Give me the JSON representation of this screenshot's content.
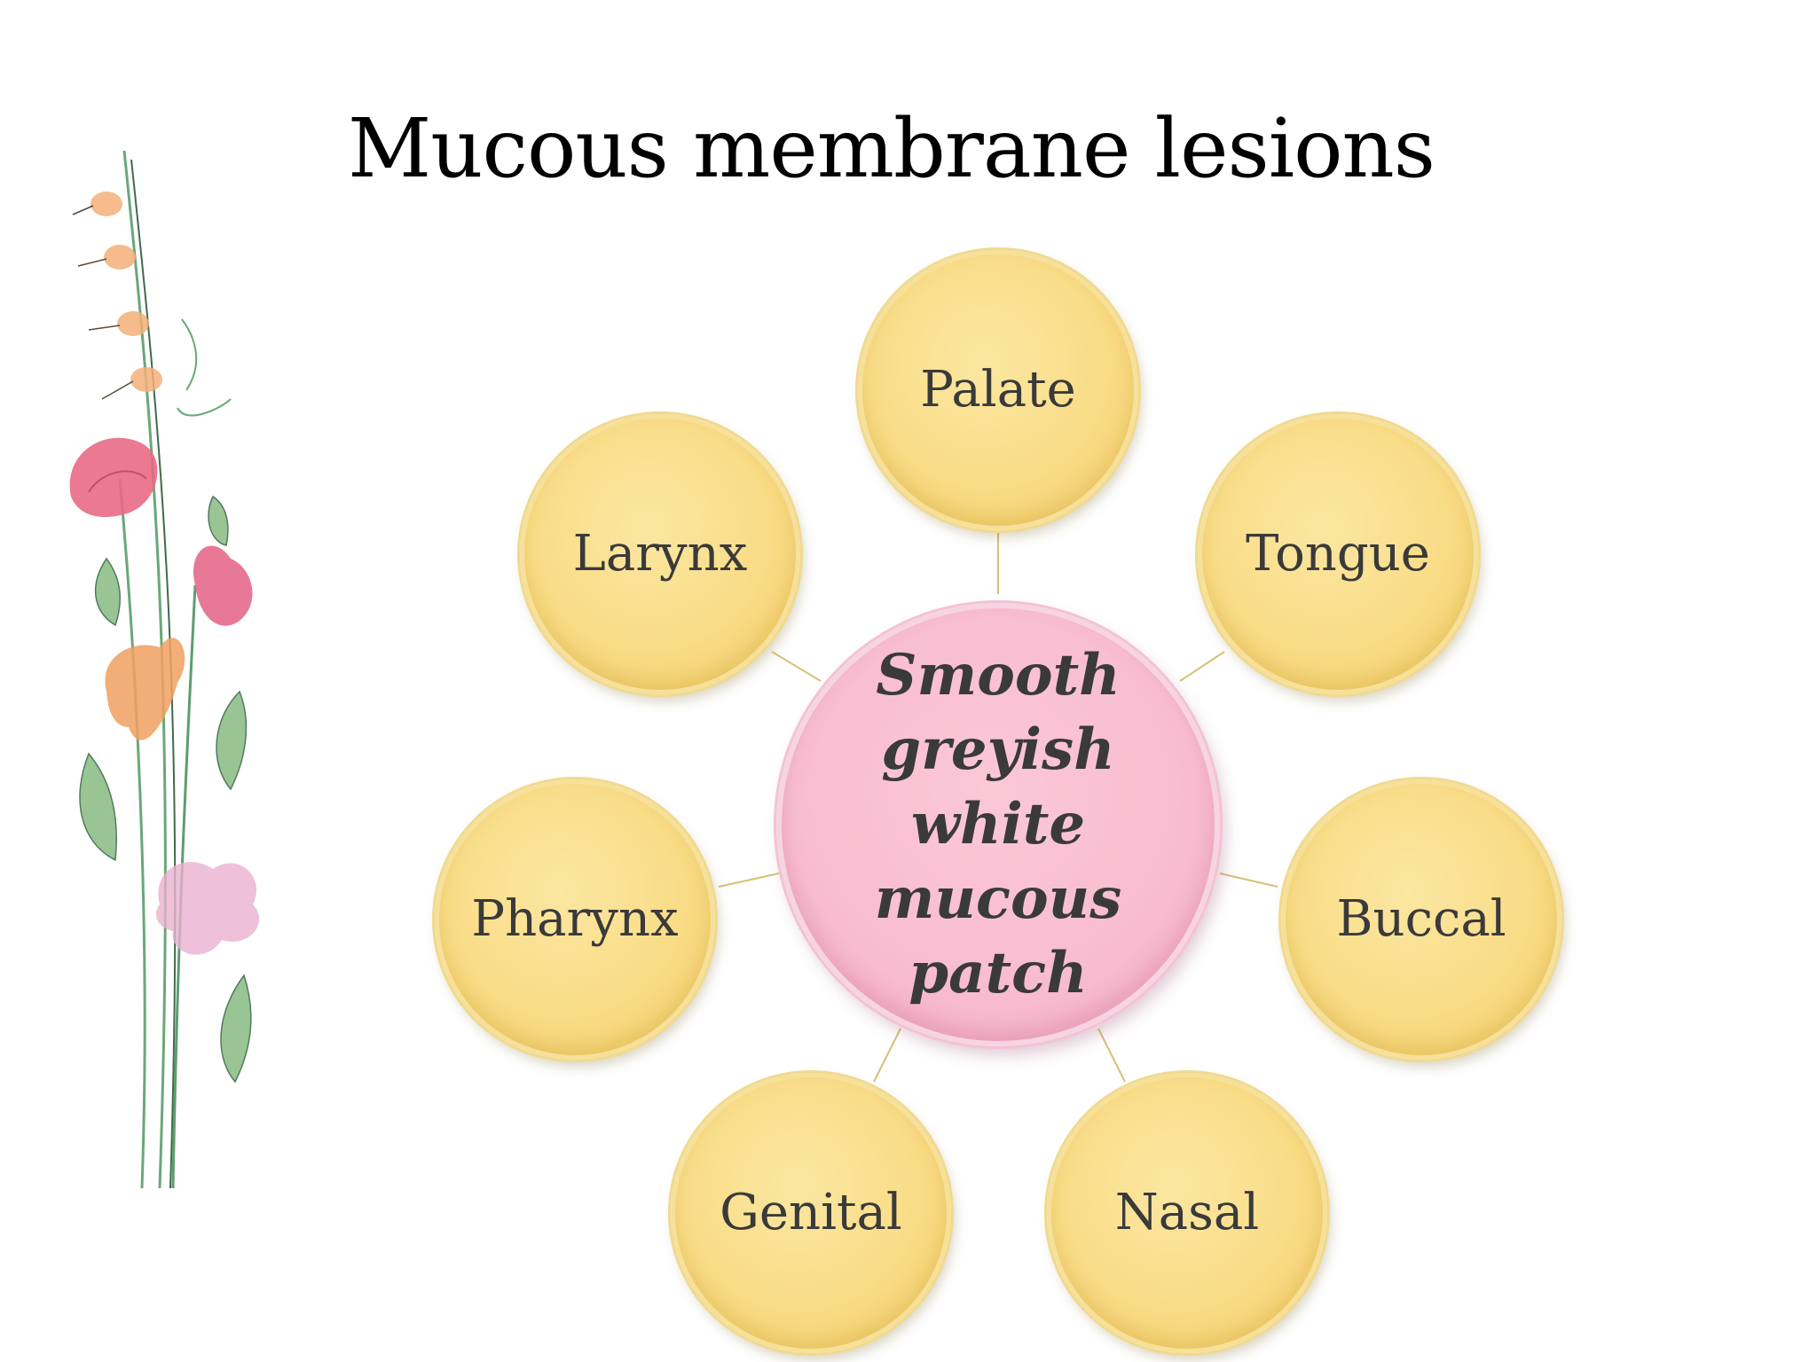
{
  "slide": {
    "title": "Mucous membrane lesions"
  },
  "diagram": {
    "center": {
      "label": "Smooth greyish white mucous patch"
    },
    "nodes": [
      {
        "label": "Palate"
      },
      {
        "label": "Tongue"
      },
      {
        "label": "Buccal"
      },
      {
        "label": "Nasal"
      },
      {
        "label": "Genital"
      },
      {
        "label": "Pharynx"
      },
      {
        "label": "Larynx"
      }
    ],
    "colors": {
      "outer_fill": "#f9dc86",
      "center_fill": "#f8bcd0",
      "connector": "#d9c078",
      "text": "#3a3a3a"
    }
  },
  "decoration": {
    "icon": "watercolor-flower-stem-icon"
  }
}
